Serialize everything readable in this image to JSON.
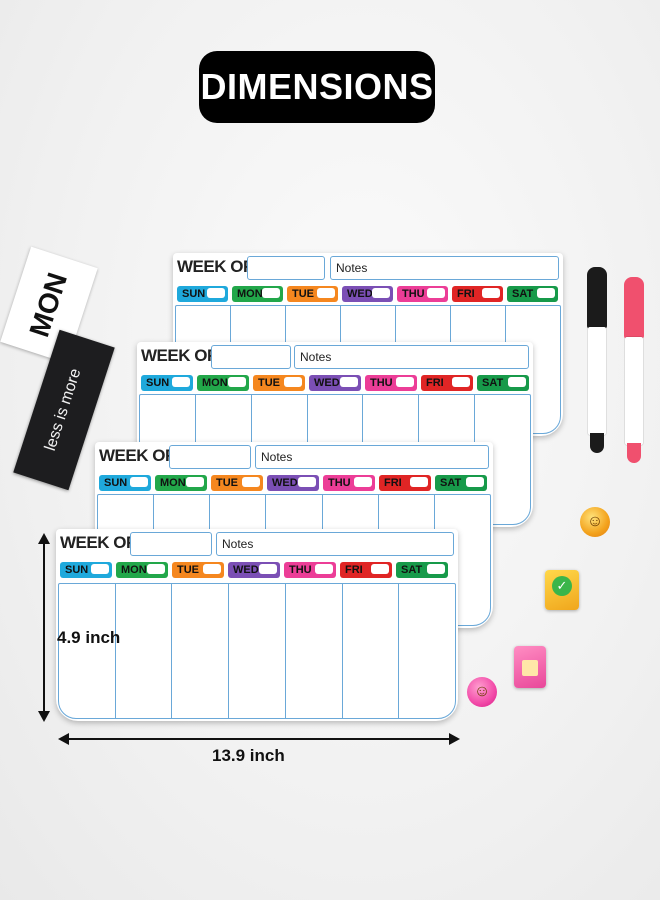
{
  "title": "DIMENSIONS",
  "board": {
    "week_label": "WEEK OF",
    "notes_label": "Notes",
    "days": [
      {
        "label": "SUN",
        "color": "#1fa9dc"
      },
      {
        "label": "MON",
        "color": "#22a74a"
      },
      {
        "label": "TUE",
        "color": "#f5871f"
      },
      {
        "label": "WED",
        "color": "#7b4fb5"
      },
      {
        "label": "THU",
        "color": "#ec3d97"
      },
      {
        "label": "FRI",
        "color": "#e02525"
      },
      {
        "label": "SAT",
        "color": "#179a4a"
      }
    ]
  },
  "props": {
    "mon_card": "MON",
    "less_card": "less is more",
    "marker_colors": [
      "#111111",
      "#f0506e"
    ]
  },
  "dimensions": {
    "height": "4.9 inch",
    "width": "13.9 inch"
  }
}
